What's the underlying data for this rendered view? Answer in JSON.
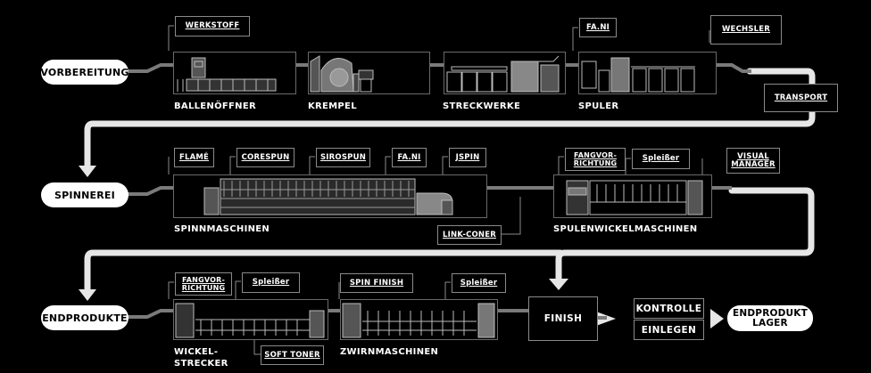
{
  "stages": {
    "vorbereitung": "VORBEREITUNG",
    "spinnerei": "SPINNEREI",
    "endprodukte": "ENDPRODUKTE",
    "endprodukt_lager": "ENDPRODUKT LAGER"
  },
  "row1": {
    "tags": {
      "werkstoff": "WERKSTOFF",
      "fani": "FA.NI",
      "wechsler": "WECHSLER",
      "transport": "TRANSPORT"
    },
    "machines": {
      "ballenoeffner": "BALLENÖFFNER",
      "krempel": "KREMPEL",
      "streckwerke": "STRECKWERKE",
      "spuler": "SPULER"
    }
  },
  "row2": {
    "tags": {
      "flame": "FLAMÉ",
      "corespun": "CORESPUN",
      "sirospun": "SIROSPUN",
      "fani": "FA.NI",
      "jspin": "JSPIN",
      "fangvorrichtung": "FANGVOR-\nRICHTUNG",
      "spleisser": "Spleißer",
      "visual_manager": "VISUAL\nMANAGER",
      "link_coner": "LINK-CONER"
    },
    "machines": {
      "spinnmaschinen": "SPINNMASCHINEN",
      "spulenwickelmaschinen": "SPULENWICKELMASCHINEN"
    }
  },
  "row3": {
    "tags": {
      "fangvorrichtung": "FANGVOR-\nRICHTUNG",
      "spleisser_1": "Spleißer",
      "spin_finish": "SPIN FINISH",
      "spleisser_2": "Spleißer",
      "soft_toner": "SOFT TONER"
    },
    "machines": {
      "wickelstrecker": "WICKEL-\nSTRECKER",
      "zwirnmaschinen": "ZWIRNMASCHINEN"
    },
    "boxes": {
      "finish": "FINISH",
      "kontrolle": "KONTROLLE",
      "einlegen": "EINLEGEN"
    }
  },
  "colors": {
    "background": "#000000",
    "flow_line": "#e6e6e6",
    "connector": "#7a7a7a",
    "pill_fill": "#ffffff"
  }
}
